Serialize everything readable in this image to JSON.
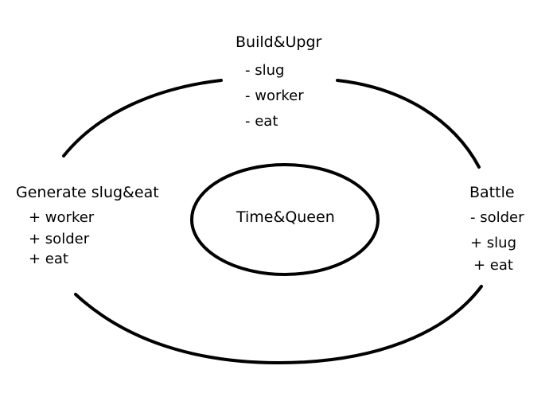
{
  "diagram": {
    "center": {
      "title": "Time&Queen"
    },
    "top": {
      "title": "Build&Upgr",
      "items": [
        "- slug",
        "- worker",
        "- eat"
      ]
    },
    "left": {
      "title": "Generate slug&eat",
      "items": [
        "+ worker",
        "+ solder",
        "+ eat"
      ]
    },
    "right": {
      "title": "Battle",
      "items": [
        "- solder",
        "+ slug",
        "+ eat"
      ]
    }
  },
  "colors": {
    "stroke": "#000000",
    "background": "#ffffff"
  }
}
